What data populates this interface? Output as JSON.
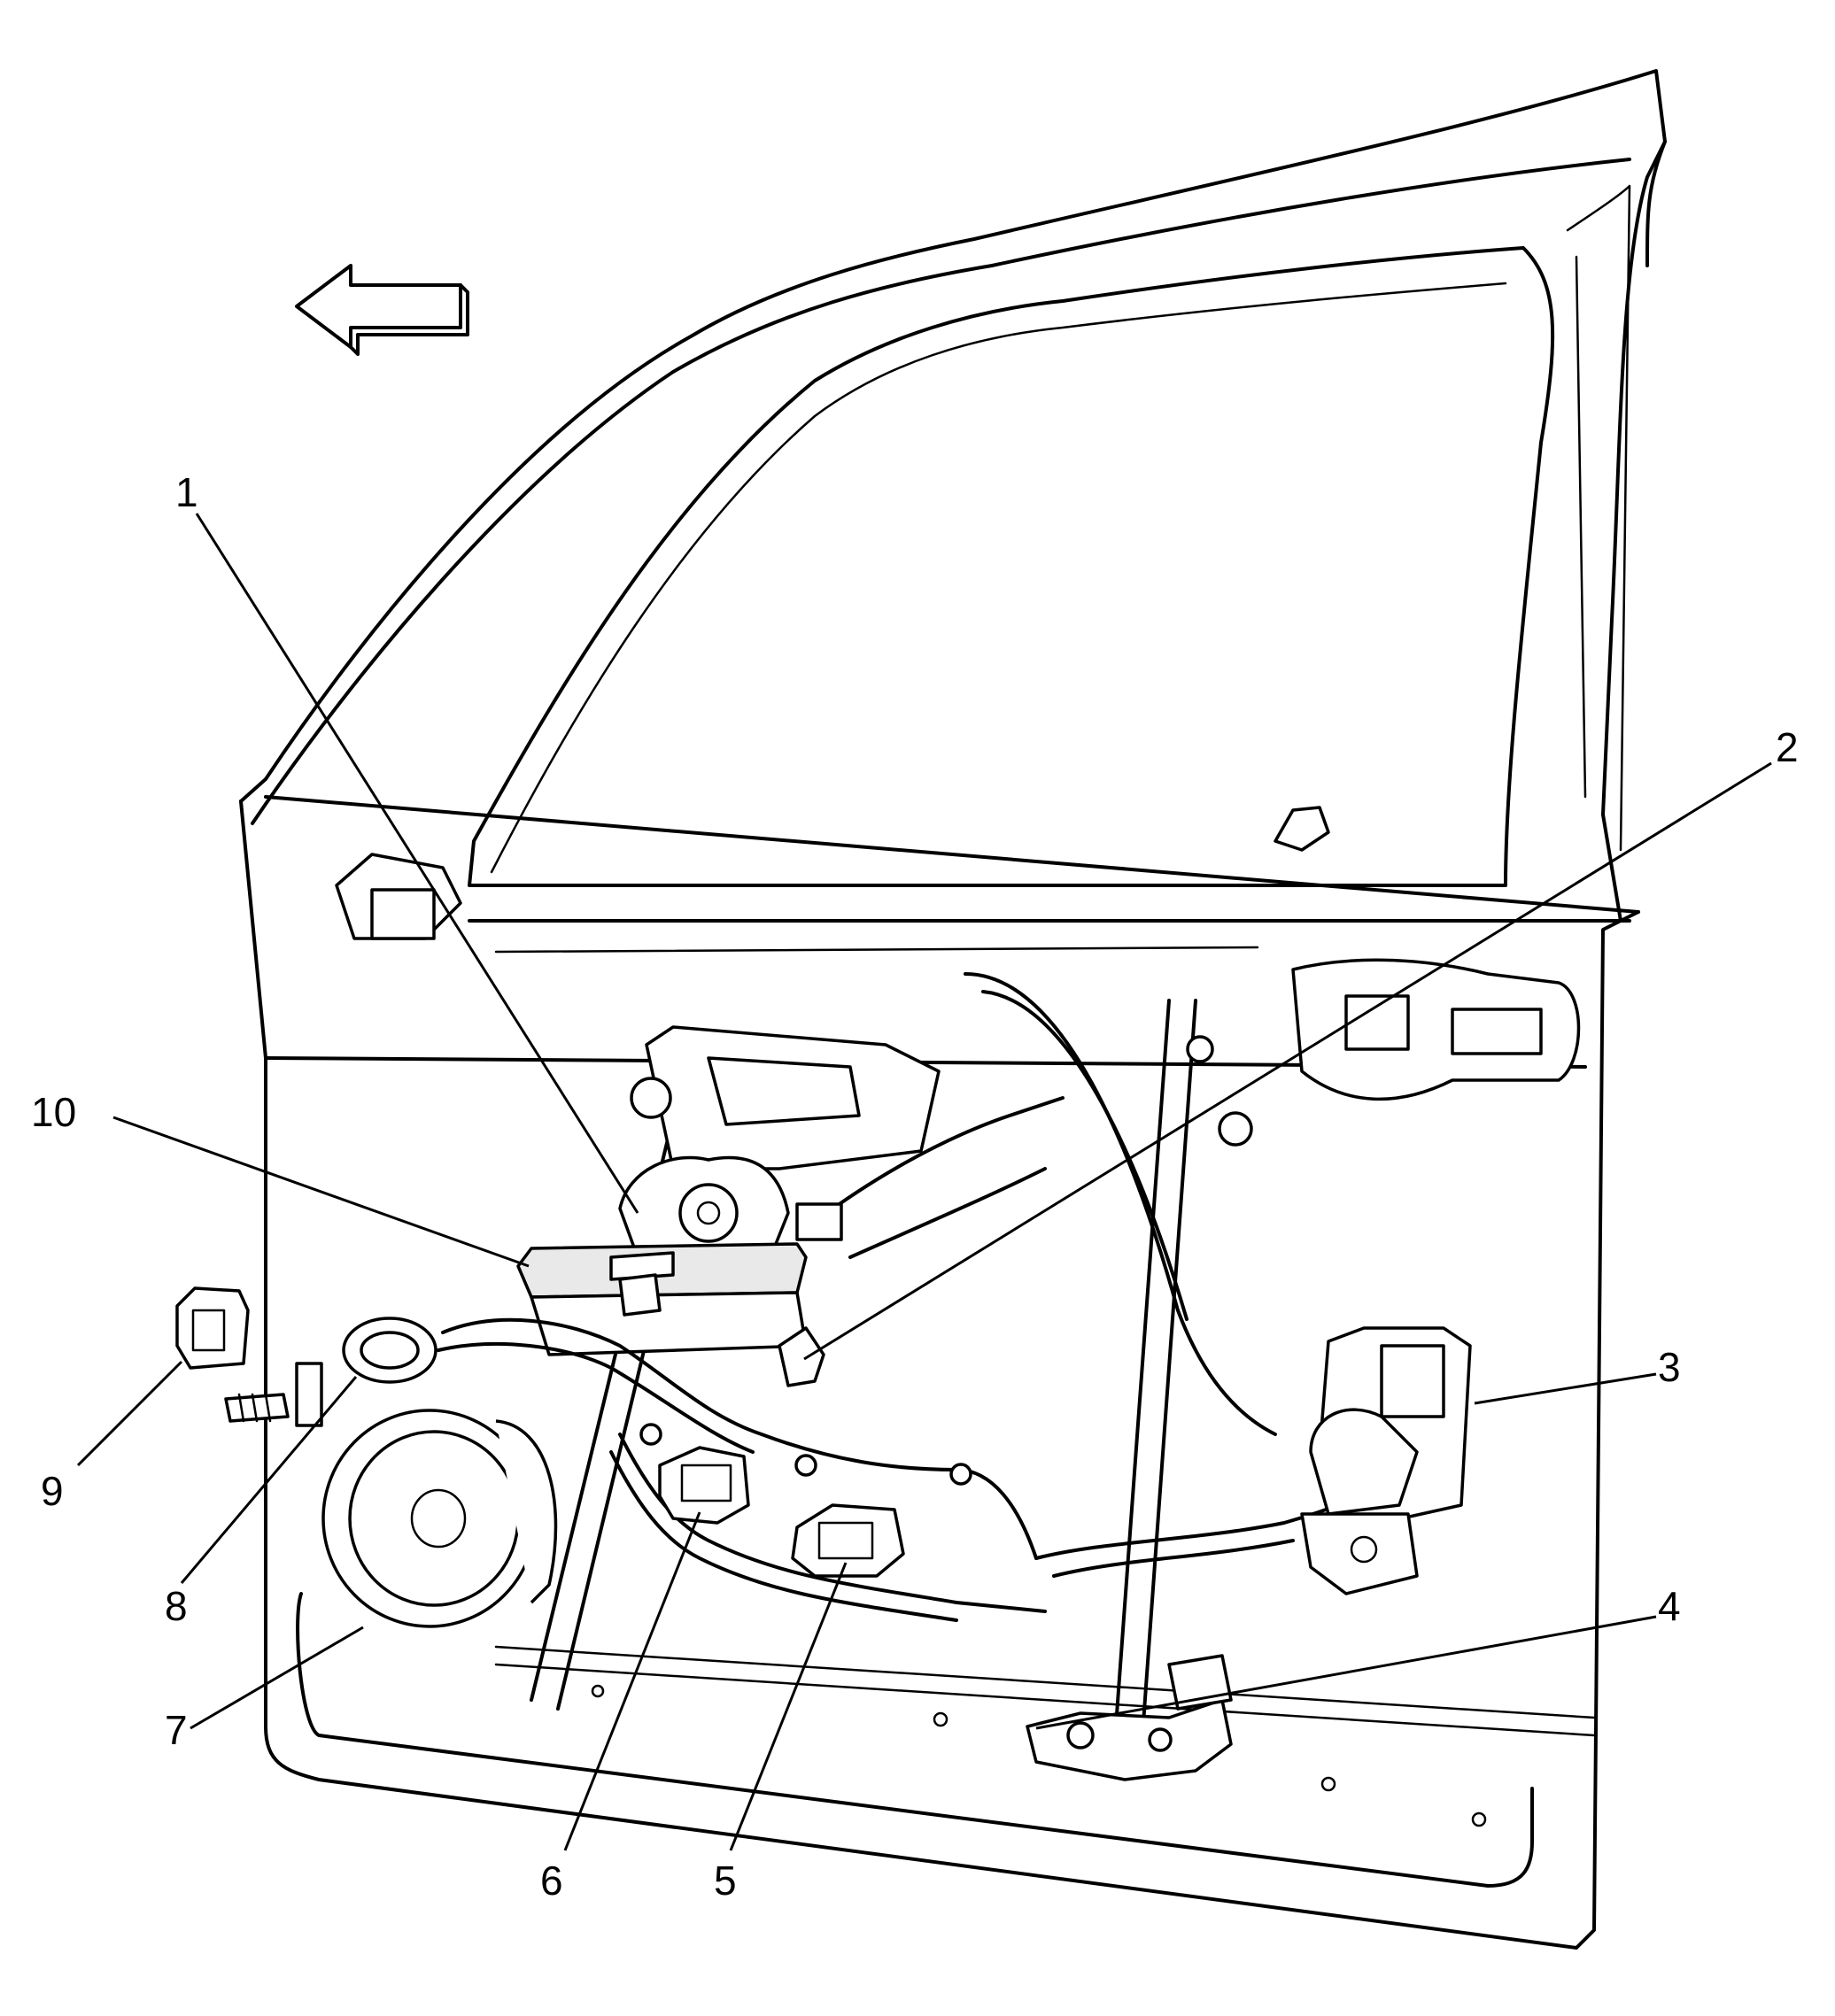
{
  "callouts": [
    {
      "id": "c1",
      "label": "1"
    },
    {
      "id": "c2",
      "label": "2"
    },
    {
      "id": "c3",
      "label": "3"
    },
    {
      "id": "c4",
      "label": "4"
    },
    {
      "id": "c5",
      "label": "5"
    },
    {
      "id": "c6",
      "label": "6"
    },
    {
      "id": "c7",
      "label": "7"
    },
    {
      "id": "c8",
      "label": "8"
    },
    {
      "id": "c9",
      "label": "9"
    },
    {
      "id": "c10",
      "label": "10"
    }
  ],
  "direction_arrow": {
    "icon": "left-arrow-icon"
  },
  "colors": {
    "line": "#000000",
    "background": "#ffffff"
  }
}
